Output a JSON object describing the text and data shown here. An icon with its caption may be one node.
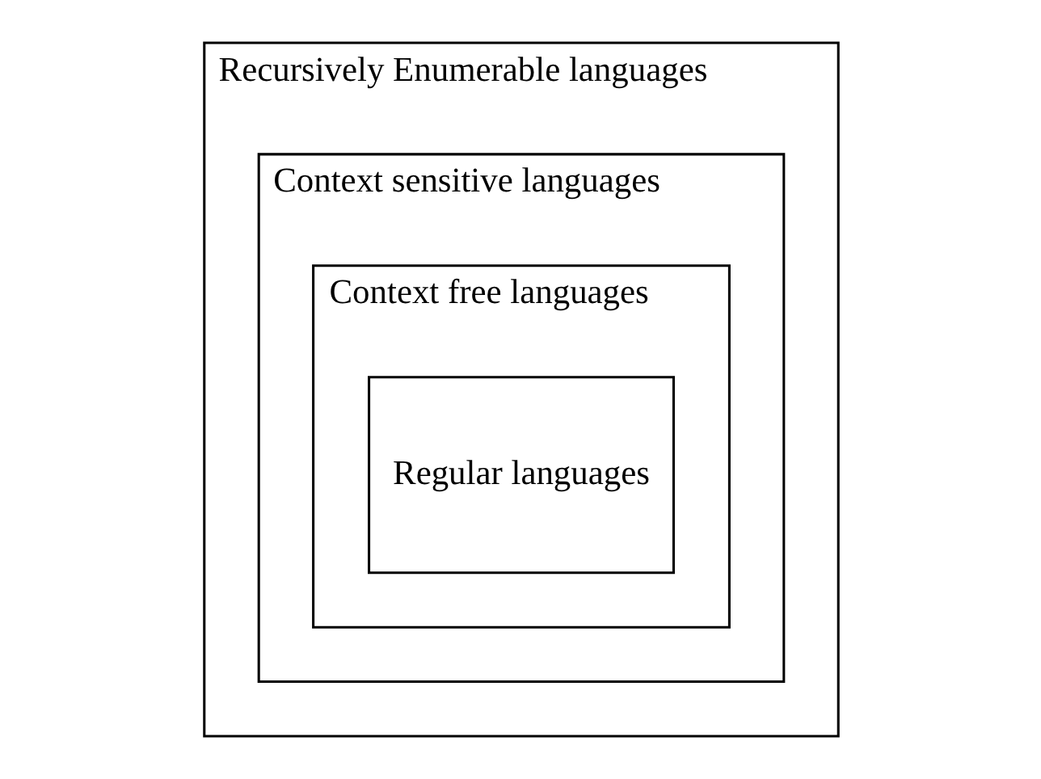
{
  "diagram": {
    "nodes": [
      {
        "text": [
          "Recursively Enumerable languages"
        ]
      },
      {
        "text": [
          "Context sensitive languages"
        ],
        "in": 0
      },
      {
        "text": [
          "Context free languages"
        ],
        "in": 1
      },
      {
        "text": [
          "Regular languages"
        ],
        "in": 2
      }
    ]
  }
}
